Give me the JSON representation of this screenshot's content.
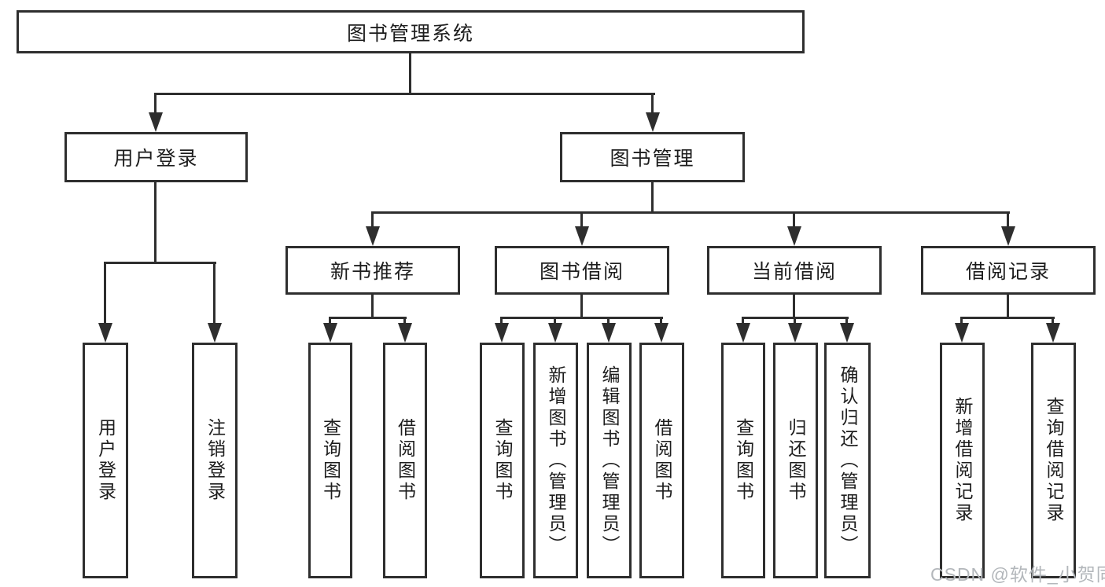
{
  "nodes": {
    "root": "图书管理系统",
    "level2": {
      "user_login": "用户登录",
      "book_mgmt": "图书管理"
    },
    "level3": {
      "new_book": "新书推荐",
      "book_borrow": "图书借阅",
      "current_borrow": "当前借阅",
      "borrow_record": "借阅记录"
    },
    "leaves": {
      "user_login": [
        "用户登录",
        "注销登录"
      ],
      "new_book": [
        "查询图书",
        "借阅图书"
      ],
      "book_borrow": [
        "查询图书",
        "新增图书（管理员）",
        "编辑图书（管理员）",
        "借阅图书"
      ],
      "current_borrow": [
        "查询图书",
        "归还图书",
        "确认归还（管理员）"
      ],
      "borrow_record": [
        "新增借阅记录",
        "查询借阅记录"
      ]
    }
  },
  "watermark": "CSDN @软件_小贺同学",
  "colors": {
    "line": "#2e2e2e",
    "text": "#1d1d1d",
    "watermark": "#b3b7bb"
  }
}
